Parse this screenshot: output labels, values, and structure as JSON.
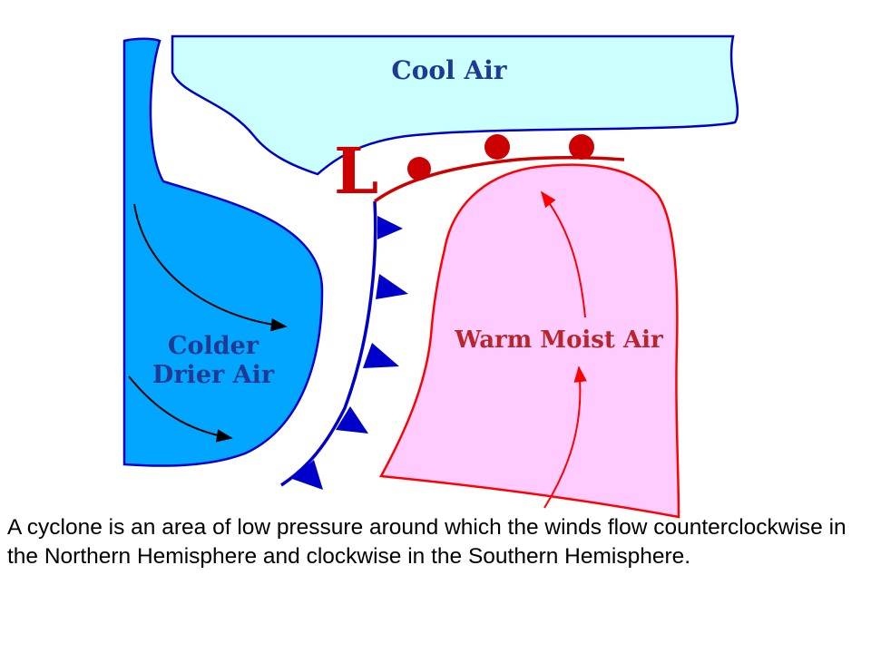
{
  "diagram": {
    "labels": {
      "cool_air": "Cool Air",
      "low_pressure": "L",
      "colder_drier_line1": "Colder",
      "colder_drier_line2": "Drier Air",
      "warm_moist_air": "Warm Moist Air"
    },
    "colors": {
      "cool_air_fill": "#CCFFFF",
      "cold_air_fill": "#00A6FF",
      "warm_air_fill": "#FFCCFF",
      "region_outline": "#0000CC",
      "cold_front": "#0000CC",
      "warm_front": "#CC0000",
      "warm_air_outline": "#FF0000",
      "warm_label": "#B8252B",
      "cool_label": "#1F3A93",
      "cold_label": "#1F3A93",
      "low_label": "#CC0000"
    }
  },
  "caption": {
    "text": "A cyclone is an area of low pressure around which the winds flow counterclockwise in the Northern Hemisphere and clockwise in the Southern Hemisphere."
  }
}
